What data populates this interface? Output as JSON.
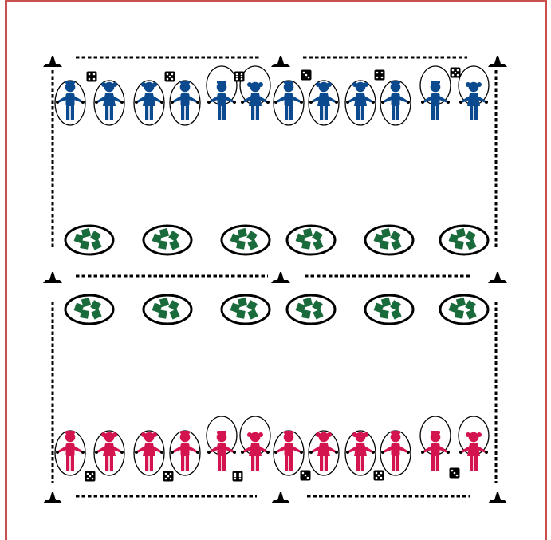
{
  "colors": {
    "frame": "#c9504f",
    "team_top": "#0b4a8f",
    "team_bottom": "#d4144e",
    "cones": "#000000",
    "boundary": "#000000",
    "beanbags": "#1a6b3c",
    "dice": "#000000",
    "hoop_outline": "#000000"
  },
  "icons": {
    "cone": "cone-icon",
    "die": "die-icon",
    "hoop": "hoop-icon",
    "beanbag": "beanbag-icon",
    "jumper": "child-jumping-rope-icon"
  },
  "diagram": {
    "top_team": {
      "color_name": "blue",
      "pairs": 6,
      "dice": 6,
      "figures": [
        {
          "gender": "boy",
          "rope": "side"
        },
        {
          "gender": "girl",
          "rope": "side"
        },
        {
          "gender": "girl",
          "rope": "side"
        },
        {
          "gender": "boy",
          "rope": "side"
        },
        {
          "gender": "boy",
          "rope": "overhead"
        },
        {
          "gender": "girl",
          "rope": "overhead"
        },
        {
          "gender": "boy",
          "rope": "side"
        },
        {
          "gender": "girl",
          "rope": "side"
        },
        {
          "gender": "girl",
          "rope": "side"
        },
        {
          "gender": "boy",
          "rope": "side"
        },
        {
          "gender": "boy",
          "rope": "overhead"
        },
        {
          "gender": "girl",
          "rope": "overhead"
        }
      ],
      "hoops_with_beanbags": 6,
      "beanbags_per_hoop": 5
    },
    "bottom_team": {
      "color_name": "red",
      "pairs": 6,
      "dice": 6,
      "figures": [
        {
          "gender": "boy",
          "rope": "side"
        },
        {
          "gender": "girl",
          "rope": "side"
        },
        {
          "gender": "girl",
          "rope": "side"
        },
        {
          "gender": "boy",
          "rope": "side"
        },
        {
          "gender": "boy",
          "rope": "overhead"
        },
        {
          "gender": "girl",
          "rope": "overhead"
        },
        {
          "gender": "boy",
          "rope": "side"
        },
        {
          "gender": "girl",
          "rope": "side"
        },
        {
          "gender": "girl",
          "rope": "side"
        },
        {
          "gender": "boy",
          "rope": "side"
        },
        {
          "gender": "boy",
          "rope": "overhead"
        },
        {
          "gender": "girl",
          "rope": "overhead"
        }
      ],
      "hoops_with_beanbags": 6,
      "beanbags_per_hoop": 5
    },
    "cones": 9
  }
}
